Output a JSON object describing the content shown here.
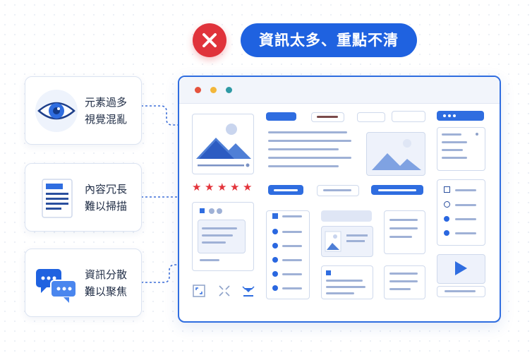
{
  "header": {
    "title": "資訊太多、重點不清",
    "icon": "close-icon",
    "badge_color": "#e0333b",
    "pill_color": "#1f62e0"
  },
  "features": [
    {
      "icon": "eye-icon",
      "line1": "元素過多",
      "line2": "視覺混亂"
    },
    {
      "icon": "document-icon",
      "line1": "內容冗長",
      "line2": "難以掃描"
    },
    {
      "icon": "chat-bubbles-icon",
      "line1": "資訊分散",
      "line2": "難以聚焦"
    }
  ],
  "mockup": {
    "window_dots": [
      "#e5533d",
      "#f3b73a",
      "#2f9aa5"
    ],
    "accent": "#2f6de0",
    "rating_stars": 5
  }
}
